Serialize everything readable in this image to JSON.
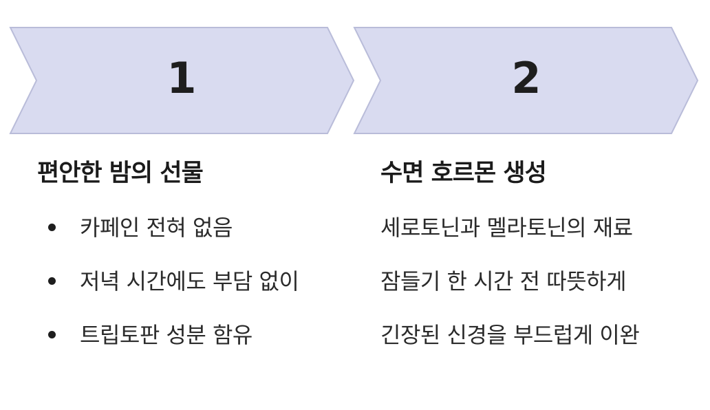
{
  "steps": [
    {
      "number": "1",
      "title": "편안한 밤의 선물",
      "items": [
        "카페인 전혀 없음",
        "저녁 시간에도 부담 없이",
        "트립토판 성분 함유"
      ],
      "bulleted": true
    },
    {
      "number": "2",
      "title": "수면 호르몬 생성",
      "items": [
        "세로토닌과 멜라토닌의 재료",
        "잠들기 한 시간 전 따뜻하게",
        "긴장된 신경을 부드럽게 이완"
      ],
      "bulleted": false
    }
  ],
  "colors": {
    "chevron_fill": "#d9dbf0",
    "chevron_stroke": "#b9bcd9",
    "text": "#222222",
    "bullet": "#1e1e1e"
  }
}
